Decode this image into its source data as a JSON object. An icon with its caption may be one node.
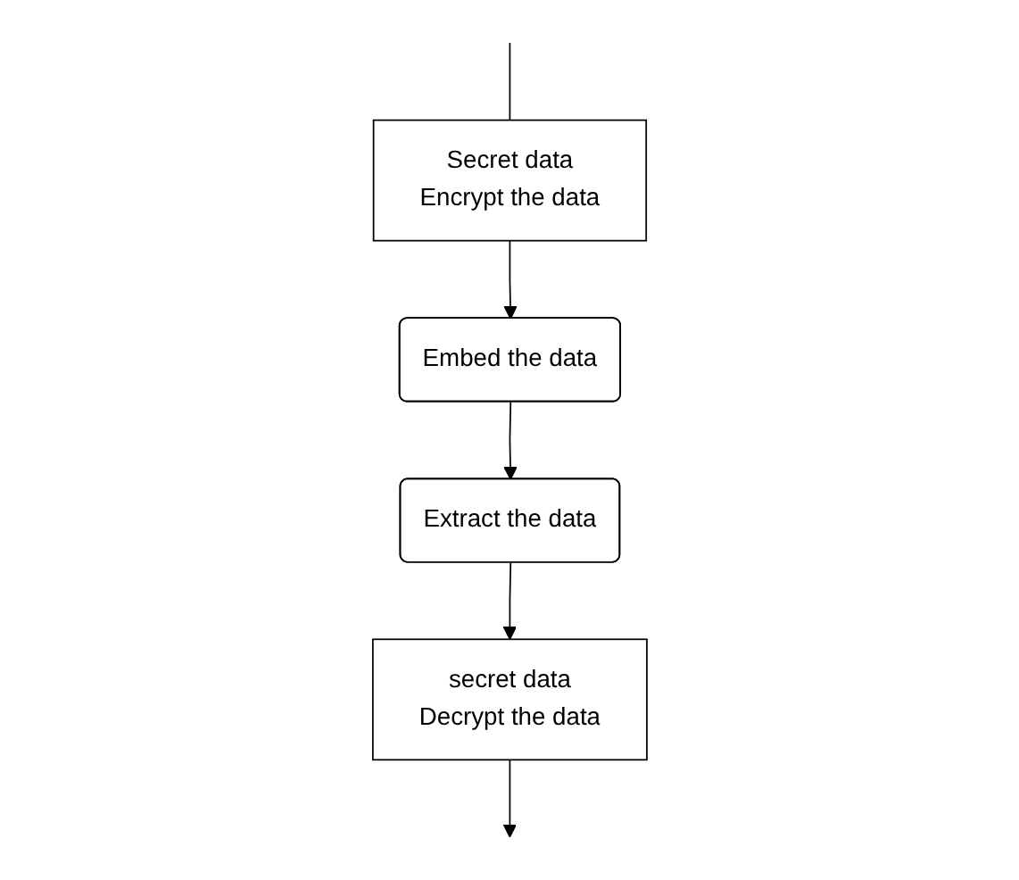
{
  "diagram": {
    "nodes": [
      {
        "text": [
          "Secret data",
          "Encrypt the data"
        ]
      },
      {
        "text": [
          "Embed the data"
        ]
      },
      {
        "text": [
          "Extract the data"
        ]
      },
      {
        "text": [
          "secret data",
          "Decrypt the data"
        ]
      }
    ],
    "edges": [
      {
        "from": null,
        "to": 0,
        "arrow": "none"
      },
      {
        "from": 0,
        "to": 1,
        "arrow": "to"
      },
      {
        "from": 1,
        "to": 2,
        "arrow": "to"
      },
      {
        "from": 2,
        "to": 3,
        "arrow": "to"
      },
      {
        "from": 3,
        "to": null,
        "arrow": "to"
      }
    ]
  }
}
